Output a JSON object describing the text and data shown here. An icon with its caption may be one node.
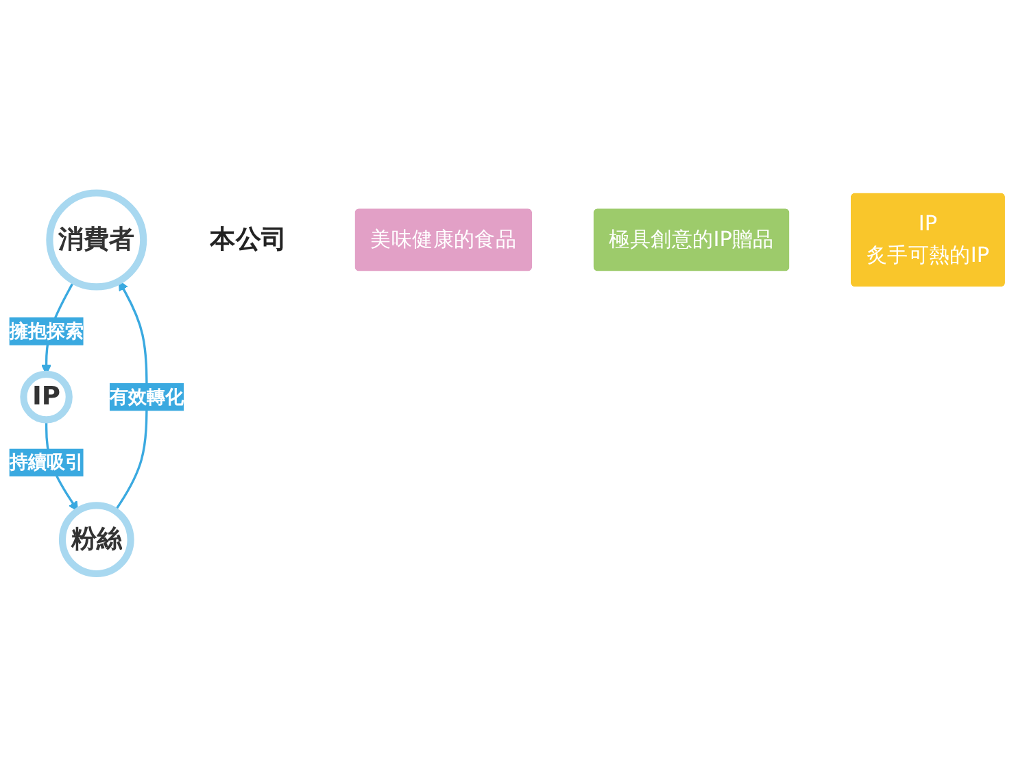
{
  "diagram": {
    "nodes": [
      {
        "text": [
          "消費者"
        ]
      },
      {
        "text": [
          "IP"
        ]
      },
      {
        "text": [
          "粉絲"
        ]
      },
      {
        "text": [
          "本公司"
        ]
      },
      {
        "text": [
          "美味健康的食品"
        ]
      },
      {
        "text": [
          "極具創意的IP贈品"
        ]
      },
      {
        "text": [
          "IP",
          "炙手可熱的IP"
        ]
      }
    ],
    "edges": [
      {
        "from": 0,
        "to": 1,
        "arrow": "to",
        "label": "擁抱探索"
      },
      {
        "from": 1,
        "to": 2,
        "arrow": "to",
        "label": "持續吸引"
      },
      {
        "from": 2,
        "to": 0,
        "arrow": "to",
        "label": "有效轉化"
      }
    ]
  }
}
